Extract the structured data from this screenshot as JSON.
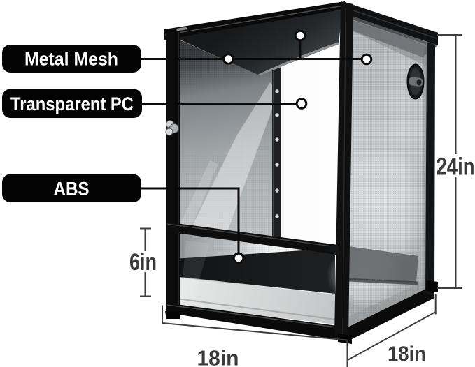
{
  "figure": {
    "type": "product-dimension-diagram",
    "subject": "mesh reptile terrarium enclosure"
  },
  "callouts": [
    {
      "label": "Metal Mesh"
    },
    {
      "label": "Transparent PC"
    },
    {
      "label": "ABS"
    }
  ],
  "dimensions": {
    "height": "24in",
    "bottom_section_height": "6in",
    "width": "18in",
    "depth": "18in"
  },
  "colors": {
    "background": "#ffffff",
    "callout_background": "#040404",
    "callout_text": "#ffffff",
    "leader_line": "#0b0b0b",
    "dimension_line": "#3e3e3e",
    "dimension_text": "#3b3b3b",
    "frame": "#0d0d0d",
    "mesh": "#c6c9cb"
  }
}
